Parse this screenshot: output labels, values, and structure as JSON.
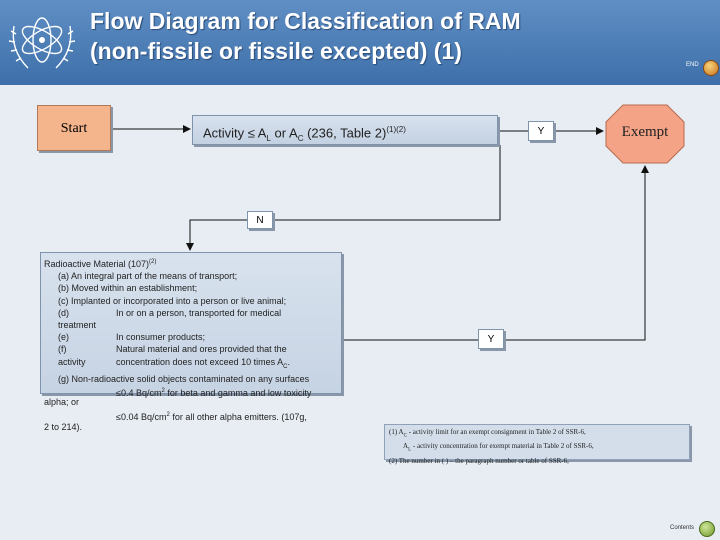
{
  "header": {
    "title_line1": "Flow Diagram for Classification of RAM",
    "title_line2": "(non-fissile or fissile excepted) (1)",
    "end_label": "END"
  },
  "flow": {
    "start": "Start",
    "activity_prefix": "Activity ≤ A",
    "activity_sub_l": "L",
    "activity_or": " or A",
    "activity_sub_c": "C",
    "activity_ref": " (236, Table 2)",
    "activity_sup": "(1)(2)",
    "yes_label_1": "Y",
    "exempt": "Exempt",
    "no_label": "N",
    "yes_label_2": "Y"
  },
  "radioactive_material": {
    "heading": "Radioactive Material (107)",
    "heading_sup": "(2)",
    "a": "(a) An integral part of the means of transport;",
    "b": "(b) Moved within an establishment;",
    "c": "(c) Implanted or incorporated into a person or live animal;",
    "d_label": "(d)",
    "d_text": "In or on a person, transported for medical",
    "d_cont": "treatment",
    "e_label": "(e)",
    "e_text": "In consumer products;",
    "f_label": "(f)",
    "f_text": "Natural material and ores provided that the",
    "f_cont_label": "activity",
    "f_cont_text": "concentration does not exceed 10 times A",
    "f_cont_sub": "C",
    "f_cont_end": ".",
    "g": "(g) Non-radioactive solid objects contaminated on any surfaces",
    "g_limit1": "≤0.4 Bq/cm",
    "g_limit1_sup": "2",
    "g_limit1_end": " for beta and gamma and low toxicity",
    "g_alpha": "alpha; or",
    "g_limit2": "≤0.04 Bq/cm",
    "g_limit2_sup": "2",
    "g_limit2_end": " for all other alpha emitters. (107g,",
    "g_ref": "214).",
    "box_end_ref": "2 to"
  },
  "notes": {
    "n1_prefix": "(1) A",
    "n1_sub": "C",
    "n1_text": " - activity limit for an exempt consignment in Table 2 of SSR-6,",
    "n1b_prefix": "A",
    "n1b_sub": "L",
    "n1b_text": " - activity concentration for exempt material in Table 2 of SSR-6,",
    "n2": "(2) The number in ( ) – the paragraph number or table of SSR-6,"
  },
  "footer": {
    "contents_label": "Contents"
  },
  "colors": {
    "header": "#4a7ab5",
    "start_fill": "#f4b48c",
    "exempt_fill": "#f4a386",
    "box_fill": "#cfdae8"
  }
}
